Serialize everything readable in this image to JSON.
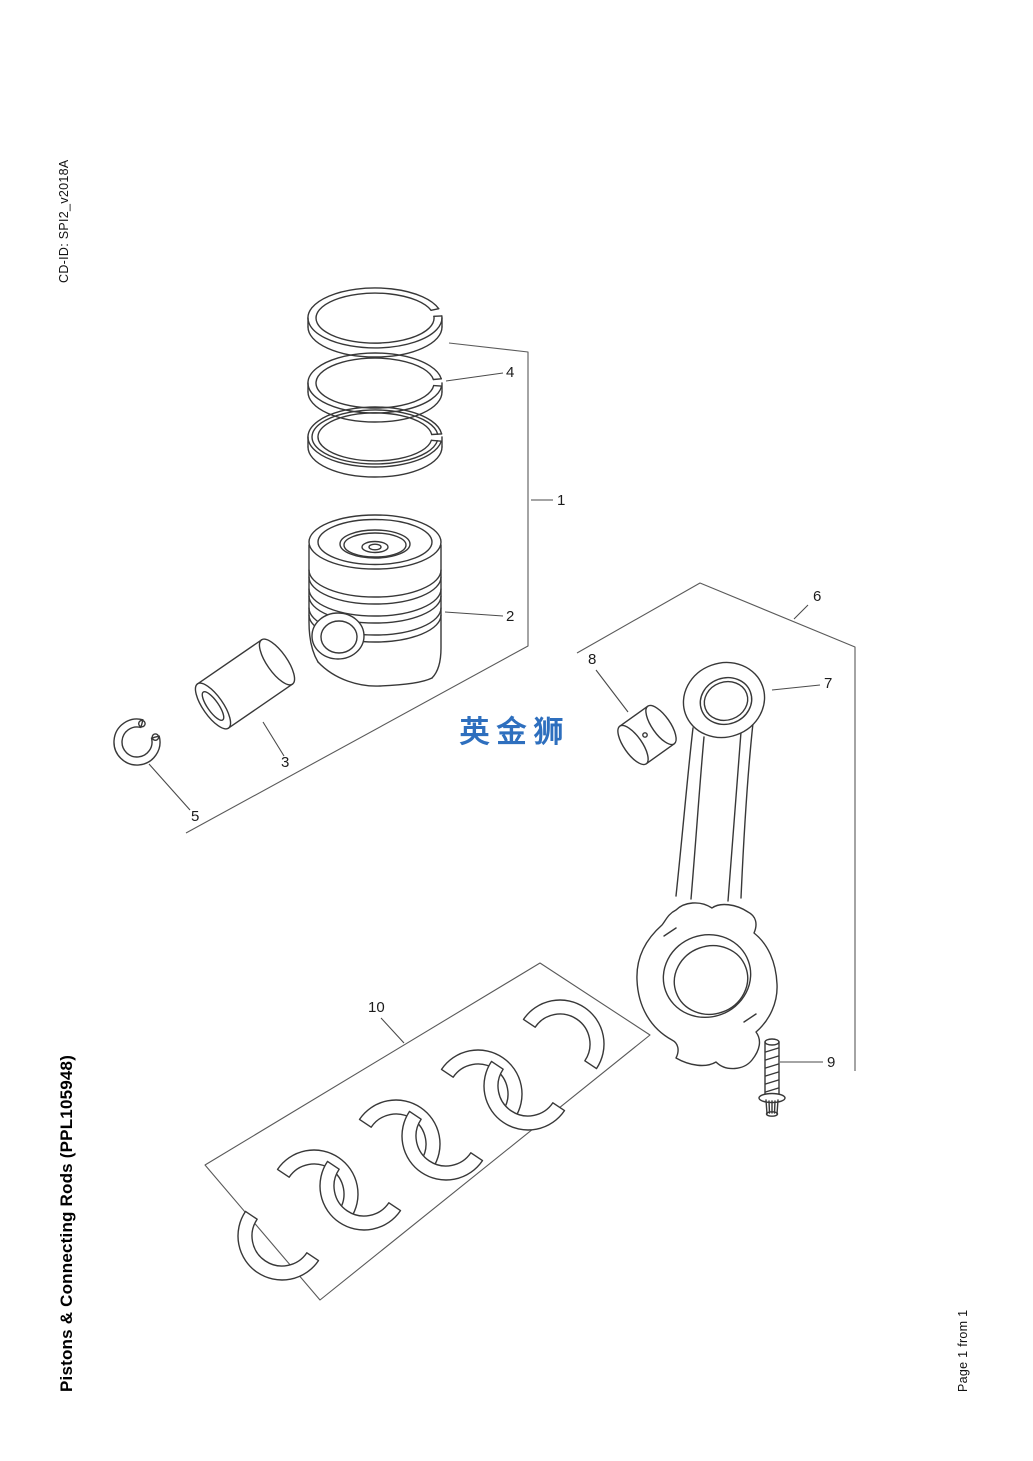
{
  "page": {
    "cd_id": "CD-ID: SPI2_v2018A",
    "title": "Pistons & Connecting Rods (PPL105948)",
    "page_indicator": "Page 1 from 1",
    "watermark": "英金狮"
  },
  "colors": {
    "line": "#383838",
    "watermark": "#2e6fbe"
  },
  "callouts": {
    "c1": "1",
    "c2": "2",
    "c3": "3",
    "c4": "4",
    "c5": "5",
    "c6": "6",
    "c7": "7",
    "c8": "8",
    "c9": "9",
    "c10": "10"
  }
}
